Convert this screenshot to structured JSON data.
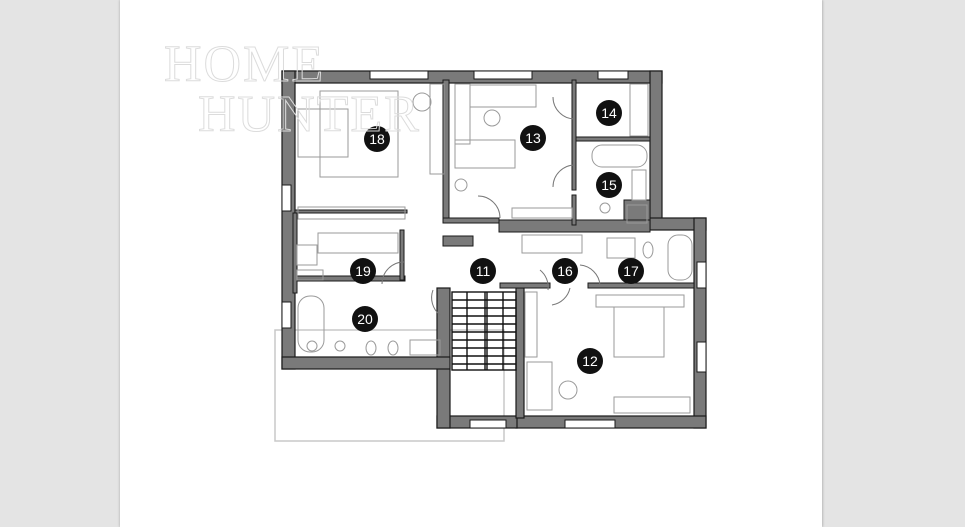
{
  "viewer": {
    "background_color": "#e4e4e4",
    "page_color": "#ffffff"
  },
  "watermark": {
    "line1": "HOME",
    "line2": "HUNTER"
  },
  "floor_plan": {
    "wall_color": "#7a7a7a",
    "badge_color": "#111111",
    "rooms": [
      {
        "number": "18",
        "label": "18"
      },
      {
        "number": "13",
        "label": "13"
      },
      {
        "number": "14",
        "label": "14"
      },
      {
        "number": "15",
        "label": "15"
      },
      {
        "number": "11",
        "label": "11"
      },
      {
        "number": "19",
        "label": "19"
      },
      {
        "number": "16",
        "label": "16"
      },
      {
        "number": "17",
        "label": "17"
      },
      {
        "number": "20",
        "label": "20"
      },
      {
        "number": "12",
        "label": "12"
      }
    ]
  }
}
